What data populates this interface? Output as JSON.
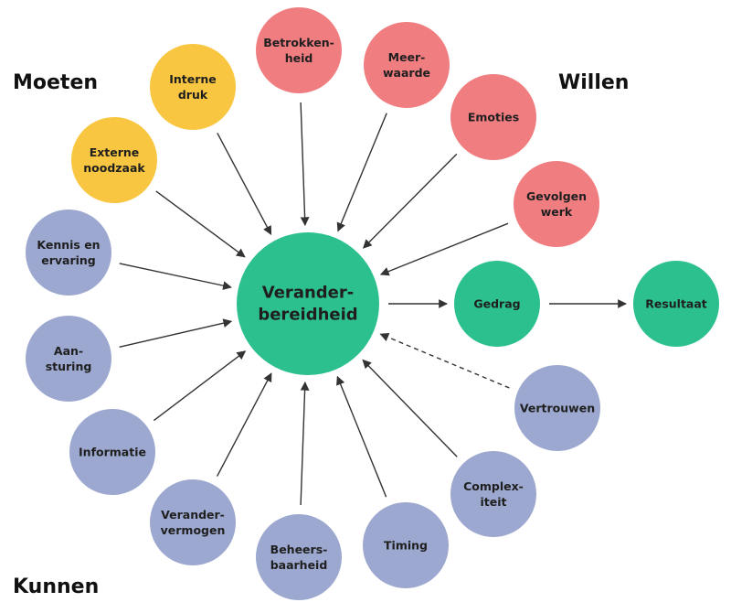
{
  "colors": {
    "yellow": "#F8C640",
    "red": "#F07D80",
    "green": "#2CC08E",
    "blue": "#9CA8CF",
    "arrow": "#333333"
  },
  "groups": {
    "moeten": "Moeten",
    "willen": "Willen",
    "kunnen": "Kunnen"
  },
  "nodes": [
    {
      "id": "center",
      "lines": [
        "Verander-",
        "bereidheid"
      ],
      "color": "green"
    },
    {
      "id": "gedrag",
      "lines": [
        "Gedrag"
      ],
      "color": "green"
    },
    {
      "id": "resultaat",
      "lines": [
        "Resultaat"
      ],
      "color": "green"
    },
    {
      "id": "interne-druk",
      "lines": [
        "Interne",
        "druk"
      ],
      "color": "yellow"
    },
    {
      "id": "externe-noodzaak",
      "lines": [
        "Externe",
        "noodzaak"
      ],
      "color": "yellow"
    },
    {
      "id": "betrokkenheid",
      "lines": [
        "Betrokken-",
        "heid"
      ],
      "color": "red"
    },
    {
      "id": "meerwaarde",
      "lines": [
        "Meer-",
        "waarde"
      ],
      "color": "red"
    },
    {
      "id": "emoties",
      "lines": [
        "Emoties"
      ],
      "color": "red"
    },
    {
      "id": "gevolgen-werk",
      "lines": [
        "Gevolgen",
        "werk"
      ],
      "color": "red"
    },
    {
      "id": "kennis-en-ervaring",
      "lines": [
        "Kennis en",
        "ervaring"
      ],
      "color": "blue"
    },
    {
      "id": "aansturing",
      "lines": [
        "Aan-",
        "sturing"
      ],
      "color": "blue"
    },
    {
      "id": "informatie",
      "lines": [
        "Informatie"
      ],
      "color": "blue"
    },
    {
      "id": "verandervermogen",
      "lines": [
        "Verander-",
        "vermogen"
      ],
      "color": "blue"
    },
    {
      "id": "beheersbaarheid",
      "lines": [
        "Beheers-",
        "baarheid"
      ],
      "color": "blue"
    },
    {
      "id": "timing",
      "lines": [
        "Timing"
      ],
      "color": "blue"
    },
    {
      "id": "complexiteit",
      "lines": [
        "Complex-",
        "iteit"
      ],
      "color": "blue"
    },
    {
      "id": "vertrouwen",
      "lines": [
        "Vertrouwen"
      ],
      "color": "blue"
    }
  ],
  "edges": [
    {
      "from": "interne-druk",
      "to": "center",
      "style": "solid"
    },
    {
      "from": "externe-noodzaak",
      "to": "center",
      "style": "solid"
    },
    {
      "from": "betrokkenheid",
      "to": "center",
      "style": "solid"
    },
    {
      "from": "meerwaarde",
      "to": "center",
      "style": "solid"
    },
    {
      "from": "emoties",
      "to": "center",
      "style": "solid"
    },
    {
      "from": "gevolgen-werk",
      "to": "center",
      "style": "solid"
    },
    {
      "from": "kennis-en-ervaring",
      "to": "center",
      "style": "solid"
    },
    {
      "from": "aansturing",
      "to": "center",
      "style": "solid"
    },
    {
      "from": "informatie",
      "to": "center",
      "style": "solid"
    },
    {
      "from": "verandervermogen",
      "to": "center",
      "style": "solid"
    },
    {
      "from": "beheersbaarheid",
      "to": "center",
      "style": "solid"
    },
    {
      "from": "timing",
      "to": "center",
      "style": "solid"
    },
    {
      "from": "complexiteit",
      "to": "center",
      "style": "solid"
    },
    {
      "from": "vertrouwen",
      "to": "center",
      "style": "dashed"
    },
    {
      "from": "center",
      "to": "gedrag",
      "style": "solid"
    },
    {
      "from": "gedrag",
      "to": "resultaat",
      "style": "solid"
    }
  ]
}
